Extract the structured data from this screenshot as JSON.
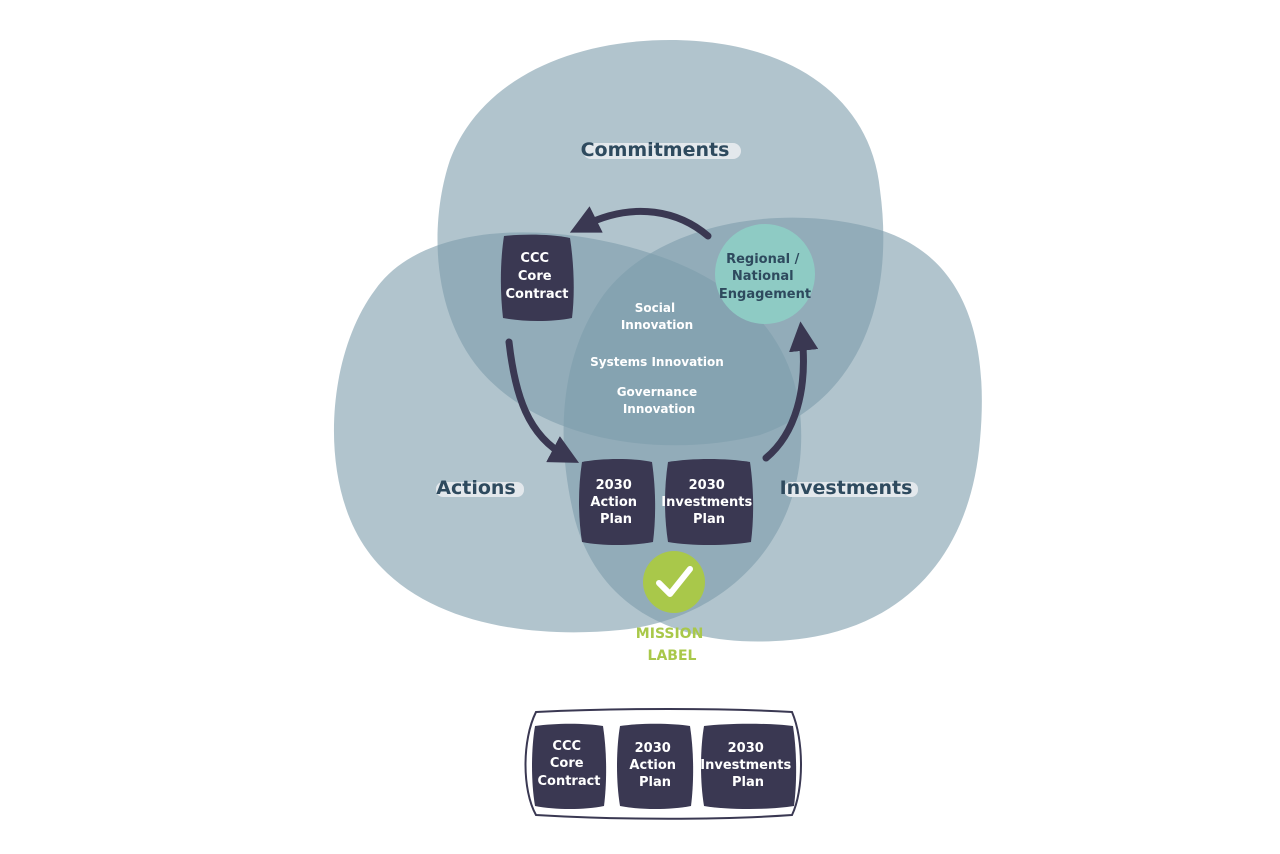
{
  "circles": {
    "commitments": "Commitments",
    "actions": "Actions",
    "investments": "Investments"
  },
  "center": {
    "social": [
      "Social",
      "Innovation"
    ],
    "systems": "Systems Innovation",
    "governance": [
      "Governance",
      "Innovation"
    ]
  },
  "nodes": {
    "ccc_core_contract": [
      "CCC",
      "Core",
      "Contract"
    ],
    "regional_engagement": [
      "Regional /",
      "National",
      "Engagement"
    ],
    "action_plan": [
      "2030",
      "Action",
      "Plan"
    ],
    "investments_plan": [
      "2030",
      "Investments",
      "Plan"
    ]
  },
  "mission_label": [
    "MISSION",
    "LABEL"
  ],
  "bundle": {
    "ccc_core_contract": [
      "CCC",
      "Core",
      "Contract"
    ],
    "action_plan": [
      "2030",
      "Action",
      "Plan"
    ],
    "investments_plan": [
      "2030",
      "Investments",
      "Plan"
    ]
  },
  "colors": {
    "blob": "#7d9dac",
    "dark_box": "#3a3852",
    "engagement": "#8ecbc4",
    "mission_green": "#a9c84a",
    "label_text": "#2e4a5e"
  }
}
